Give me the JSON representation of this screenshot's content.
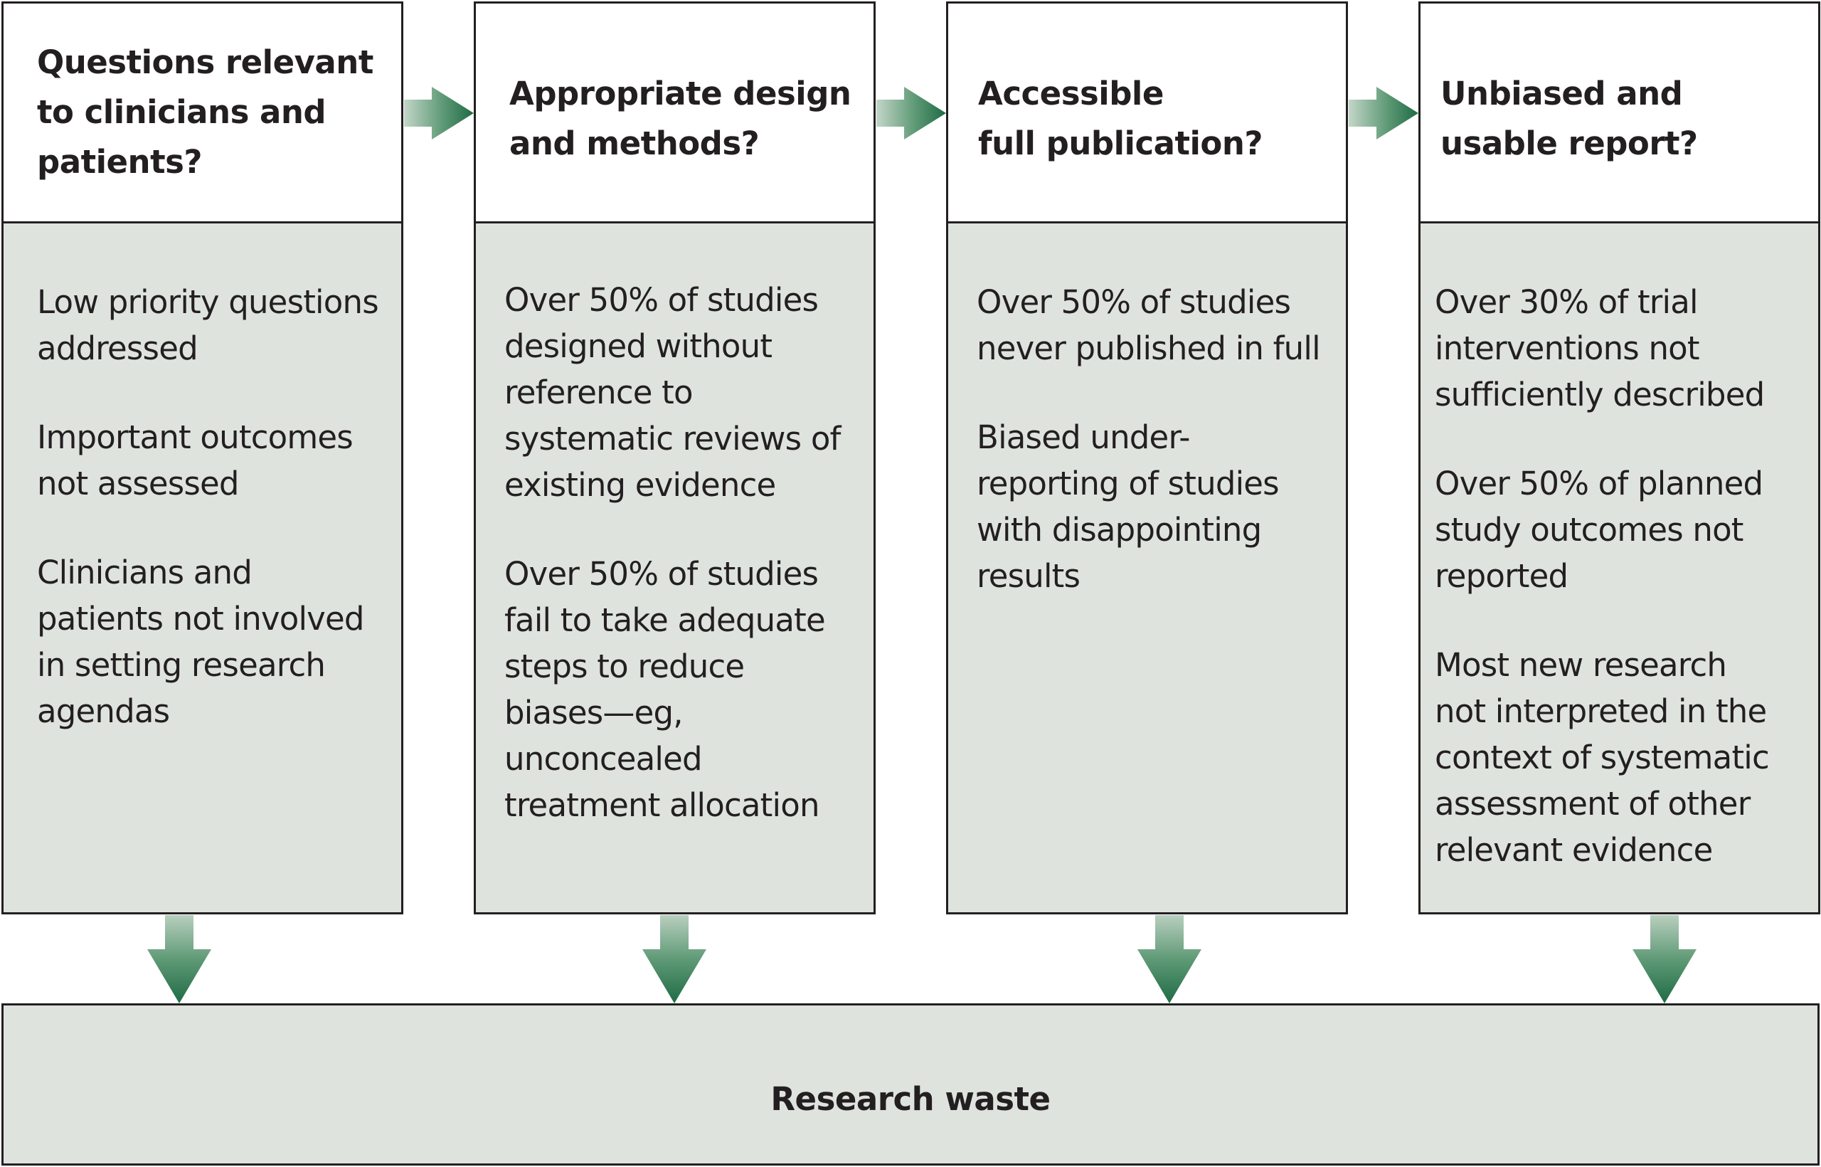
{
  "columns": [
    {
      "heading": "Questions relevant\nto clinicians and\npatients?",
      "items": [
        "Low priority questions\naddressed",
        "Important outcomes\nnot assessed",
        "Clinicians and\npatients not involved\nin setting research\nagendas"
      ]
    },
    {
      "heading": "Appropriate design\nand methods?",
      "items": [
        "Over 50% of studies\ndesigned without\nreference to\nsystematic reviews of\nexisting evidence",
        "Over 50% of studies\nfail to take adequate\nsteps to reduce\nbiases—eg,\nunconcealed\ntreatment allocation"
      ]
    },
    {
      "heading": "Accessible\nfull publication?",
      "items": [
        "Over 50% of studies\nnever published in full",
        "Biased under-\nreporting of studies\nwith disappointing\nresults"
      ]
    },
    {
      "heading": "Unbiased and\nusable report?",
      "items": [
        "Over 30% of trial\ninterventions not\nsufficiently described",
        "Over 50% of planned\nstudy outcomes not\nreported",
        "Most new research\nnot interpreted in the\ncontext of systematic\nassessment of other\nrelevant evidence"
      ]
    }
  ],
  "outcome": {
    "label": "Research waste"
  },
  "colors": {
    "panel_fill": "#dfe3de",
    "border": "#231f20",
    "arrow_dark": "#1f6b45",
    "arrow_light": "#b9cfbf"
  }
}
